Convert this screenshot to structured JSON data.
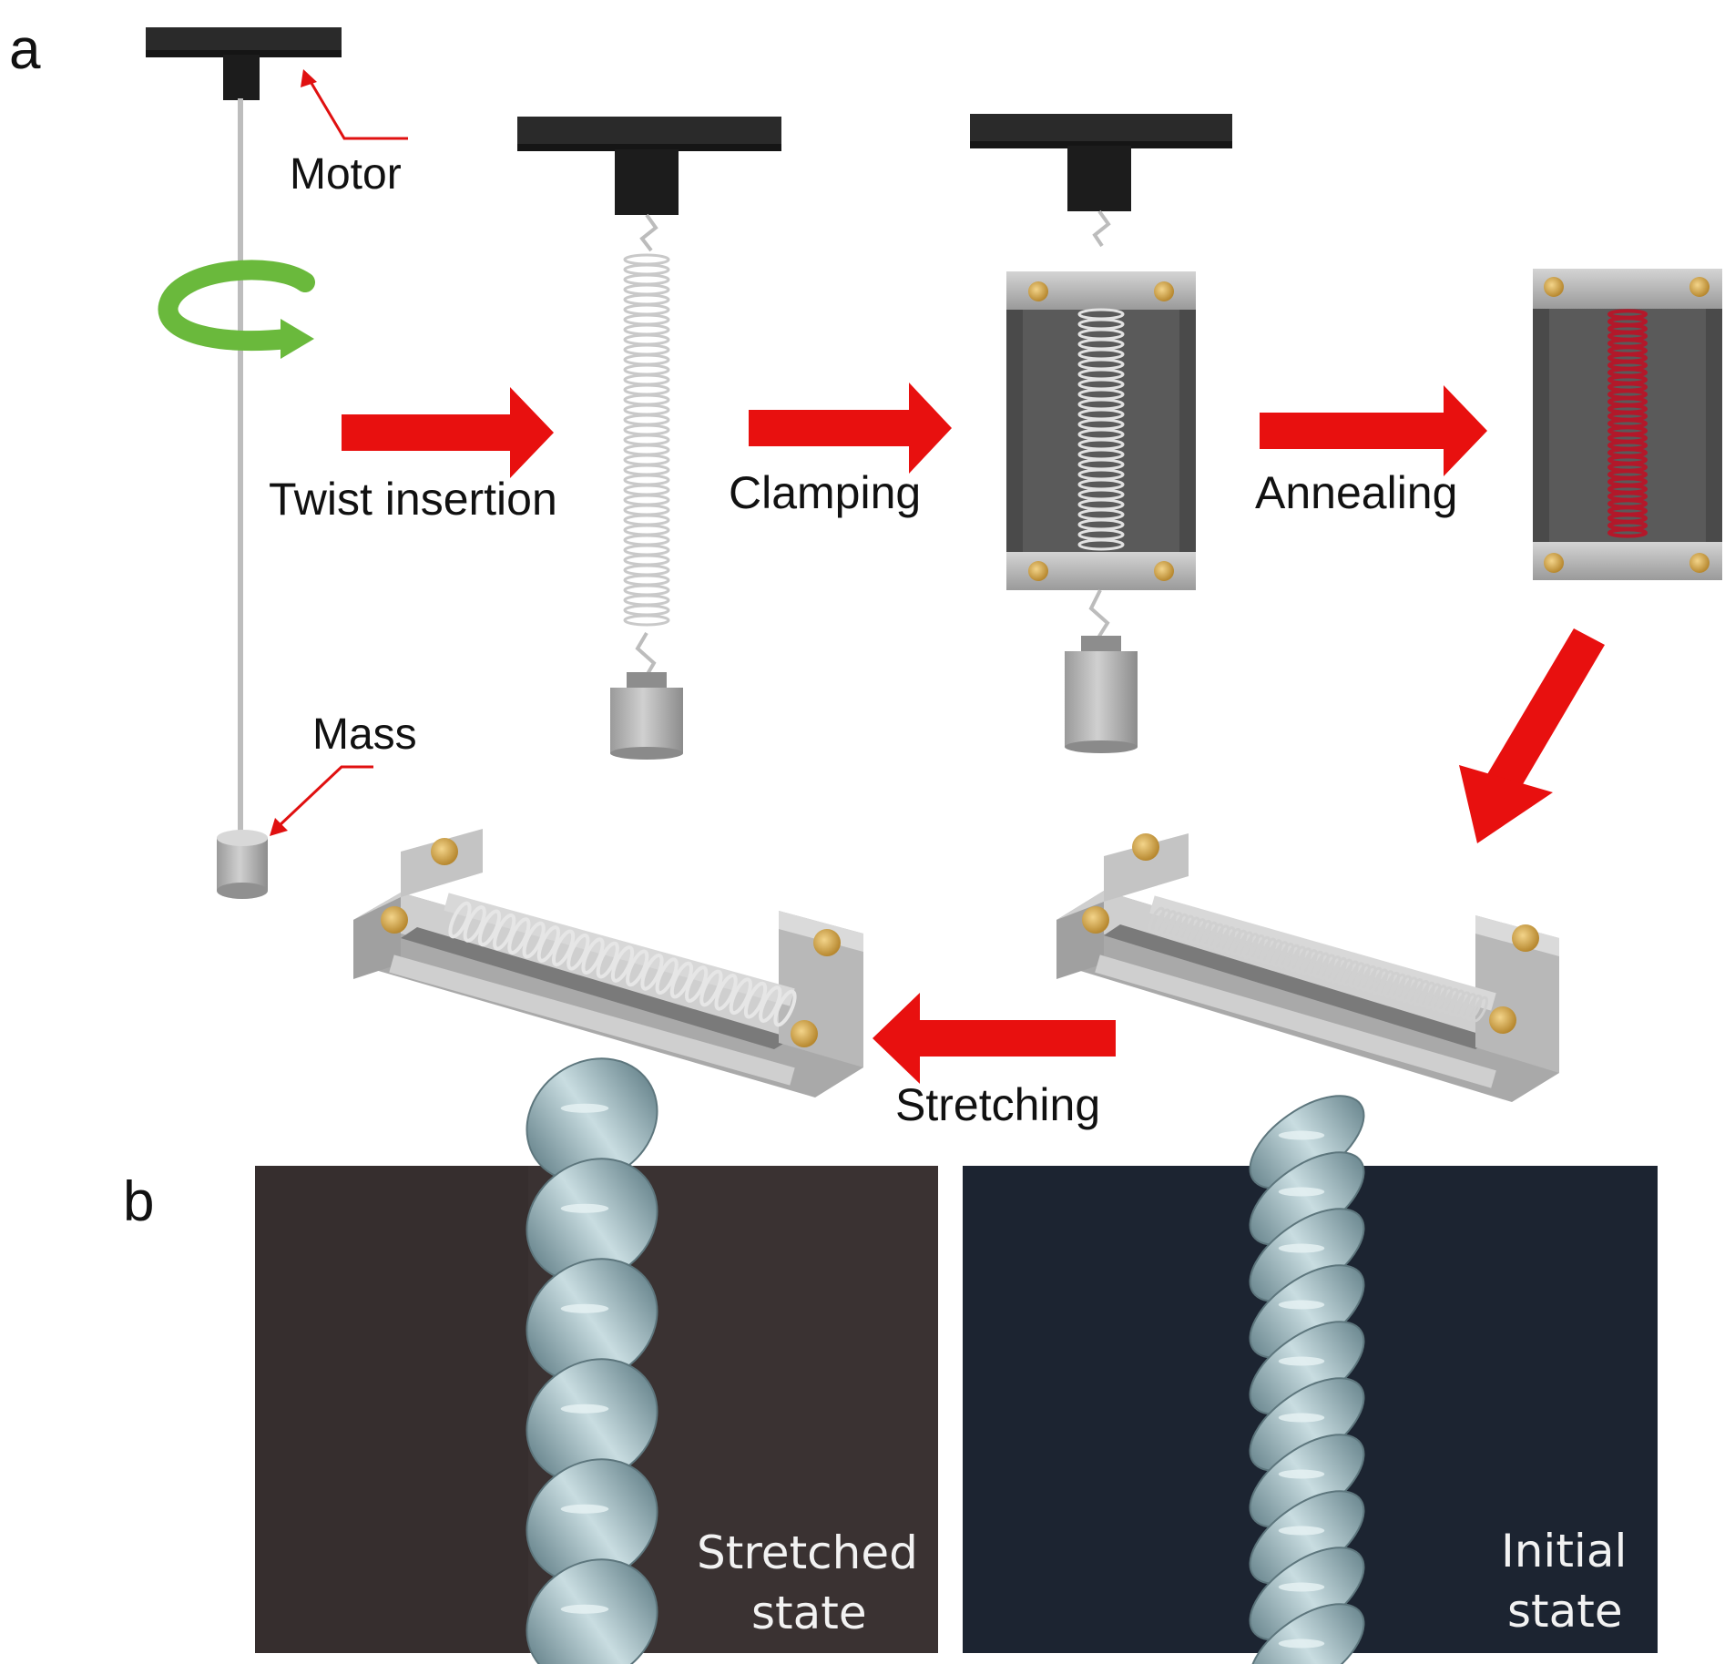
{
  "panel_labels": {
    "a": "a",
    "b": "b"
  },
  "annotations": {
    "motor": "Motor",
    "mass": "Mass"
  },
  "steps": {
    "twist": "Twist insertion",
    "clamping": "Clamping",
    "annealing": "Annealing",
    "stretching": "Stretching"
  },
  "photos": {
    "stretched": {
      "line1": "Stretched",
      "line2": "state"
    },
    "initial": {
      "line1": "Initial",
      "line2": "state"
    }
  },
  "colors": {
    "arrow": "#e8100f",
    "rotation_arrow": "#6ab93c",
    "motor": "#1f1f1f",
    "clamp_frame": "#b9b9b9",
    "clamp_inner": "#5b5b5b",
    "annealed_coil": "#b3182a",
    "photo_left_bg": "#3a3232",
    "photo_right_bg": "#1c2431",
    "fiber": "#a9c3c9"
  },
  "icons": [
    "rotation-arrow-icon",
    "process-arrow-icon",
    "bolt-icon"
  ]
}
